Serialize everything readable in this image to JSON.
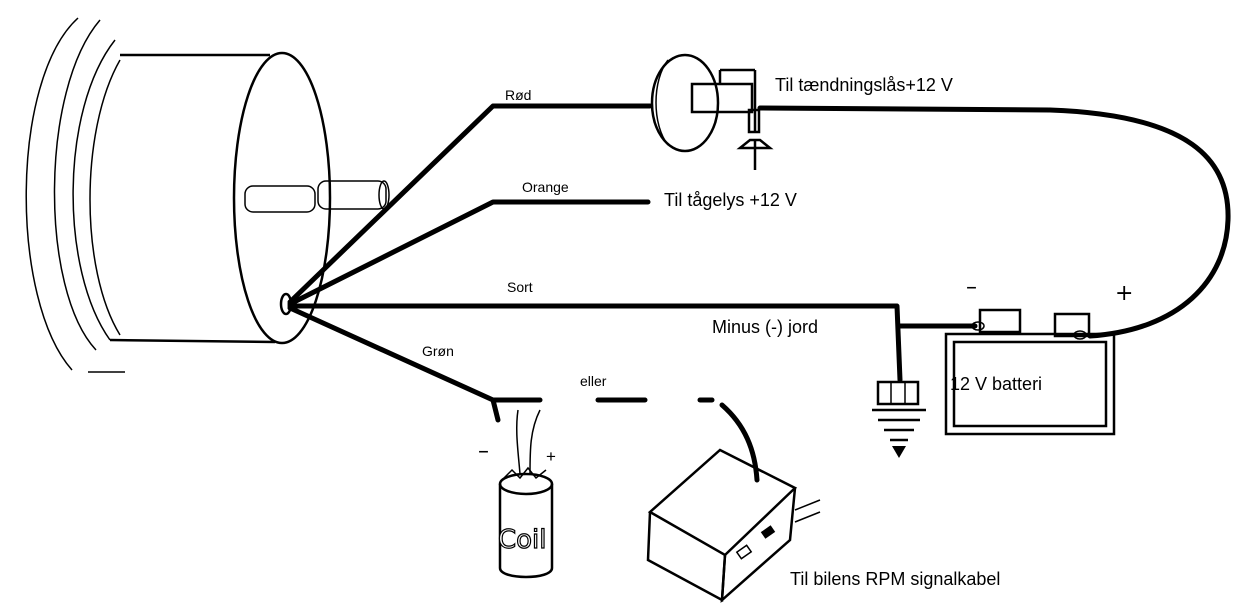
{
  "wires": {
    "red": "Rød",
    "orange": "Orange",
    "black": "Sort",
    "green": "Grøn"
  },
  "labels": {
    "ignition": "Til tændningslås+12 V",
    "foglight": "Til tågelys +12 V",
    "ground": "Minus (-) jord",
    "battery": "12 V batteri",
    "or": "eller",
    "rpm": "Til bilens RPM signalkabel",
    "coil": "Coil"
  },
  "signs": {
    "minus": "–",
    "plus": "+"
  }
}
